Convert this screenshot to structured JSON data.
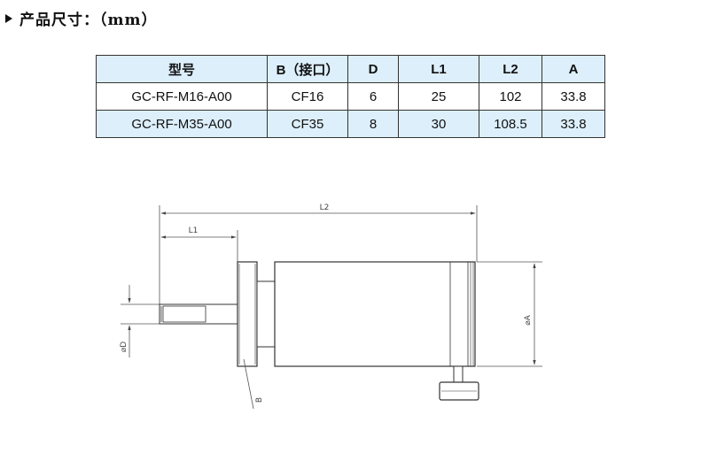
{
  "section": {
    "title": "产品尺寸：（mm）"
  },
  "spec_table": {
    "headers": [
      "型号",
      "B（接口）",
      "D",
      "L1",
      "L2",
      "A"
    ],
    "rows": [
      [
        "GC-RF-M16-A00",
        "CF16",
        "6",
        "25",
        "102",
        "33.8"
      ],
      [
        "GC-RF-M35-A00",
        "CF35",
        "8",
        "30",
        "108.5",
        "33.8"
      ]
    ]
  },
  "drawing": {
    "labels": {
      "l2": "L2",
      "l1": "L1",
      "d": "⌀D",
      "a": "⌀A",
      "b": "B"
    }
  }
}
